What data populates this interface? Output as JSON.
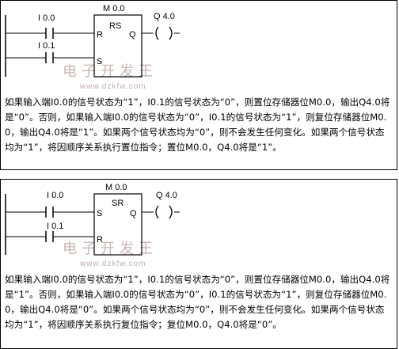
{
  "diagrams": [
    {
      "block_label": "M 0.0",
      "block_type": "RS",
      "contact1_label": "I 0.0",
      "contact2_label": "I 0.1",
      "pin_top": "R",
      "pin_bottom": "S",
      "pin_q": "Q",
      "coil_label": "Q 4.0",
      "watermark_cn": "电子开发王",
      "watermark_url": "www.dzkfw.com",
      "description": "如果输入端I0.0的信号状态为“1”，I0.1的信号状态为“0”，则置位存储器位M0.0，输出Q4.0将是“0”。否则，如果输入端I0.0的信号状态为“0”，I0.1的信号状态为“1”，则复位存储器位M0.0，输出Q4.0将是“1”。如果两个信号状态均为“0”，则不会发生任何变化。如果两个信号状态均为“1”，将因顺序关系执行置位指令；置位M0.0，Q4.0将是“1”。"
    },
    {
      "block_label": "M 0.0",
      "block_type": "SR",
      "contact1_label": "I 0.0",
      "contact2_label": "I 0.1",
      "pin_top": "S",
      "pin_bottom": "R",
      "pin_q": "Q",
      "coil_label": "Q 4.0",
      "watermark_cn": "电子开发王",
      "watermark_url": "www.dzkfw.com",
      "description": "如果输入端I0.0的信号状态为“1”，I0.1的信号状态为“0”，则置位存储器位M0.0，输出Q4.0将是“1”。否则，如果输入端I0.0的信号状态为“0”，I0.1的信号状态为“1”，则复位存储器位M0.0，输出Q4.0将是“0”。如果两个信号状态均为“0”，则不会发生任何变化。如果两个信号状态均为“1”，将因顺序关系执行复位指令；复位M0.0，Q4.0将是“0”。"
    }
  ]
}
